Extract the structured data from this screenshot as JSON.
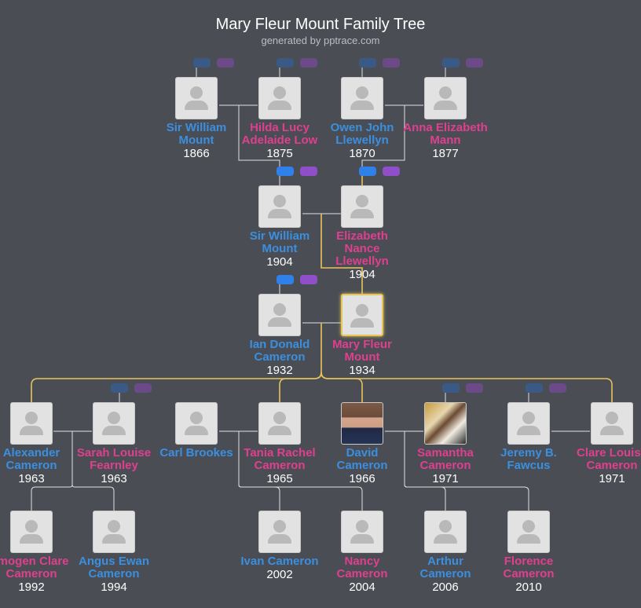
{
  "header": {
    "title": "Mary Fleur Mount Family Tree",
    "subtitle": "generated by pptrace.com"
  },
  "people": {
    "william_mount_1866": {
      "name": "Sir William Mount",
      "year": "1866"
    },
    "hilda_low": {
      "name": "Hilda Lucy Adelaide Low",
      "year": "1875"
    },
    "owen_llewellyn": {
      "name": "Owen John Llewellyn",
      "year": "1870"
    },
    "anna_mann": {
      "name": "Anna Elizabeth Mann",
      "year": "1877"
    },
    "william_mount_1904": {
      "name": "Sir William Mount",
      "year": "1904"
    },
    "elizabeth_llewellyn": {
      "name": "Elizabeth Nance Llewellyn",
      "year": "1904"
    },
    "ian_cameron": {
      "name": "Ian Donald Cameron",
      "year": "1932"
    },
    "mary_mount": {
      "name": "Mary Fleur Mount",
      "year": "1934"
    },
    "alexander_cameron": {
      "name": "Alexander Cameron",
      "year": "1963"
    },
    "sarah_fearnley": {
      "name": "Sarah Louise Fearnley",
      "year": "1963"
    },
    "carl_brookes": {
      "name": "Carl Brookes",
      "year": ""
    },
    "tania_cameron": {
      "name": "Tania Rachel Cameron",
      "year": "1965"
    },
    "david_cameron": {
      "name": "David Cameron",
      "year": "1966"
    },
    "samantha_cameron": {
      "name": "Samantha Cameron",
      "year": "1971"
    },
    "jeremy_fawcus": {
      "name": "Jeremy B. Fawcus",
      "year": ""
    },
    "clare_cameron": {
      "name": "Clare Louise Cameron",
      "year": "1971"
    },
    "imogen_cameron": {
      "name": "Imogen Clare Cameron",
      "year": "1992"
    },
    "angus_cameron": {
      "name": "Angus Ewan Cameron",
      "year": "1994"
    },
    "ivan_cameron": {
      "name": "Ivan Cameron",
      "year": "2002"
    },
    "nancy_cameron": {
      "name": "Nancy Cameron",
      "year": "2004"
    },
    "arthur_cameron": {
      "name": "Arthur Cameron",
      "year": "2006"
    },
    "florence_cameron": {
      "name": "Florence Cameron",
      "year": "2010"
    }
  },
  "colors": {
    "male": "#3a8fe0",
    "female": "#e03f8f",
    "background": "#4a4e54",
    "connector": "#e0e0e0",
    "focus_line": "#e8c35a"
  },
  "icons": {
    "placeholder": "person-silhouette-icon",
    "expand_father": "expand-father-icon",
    "expand_mother": "expand-mother-icon"
  }
}
